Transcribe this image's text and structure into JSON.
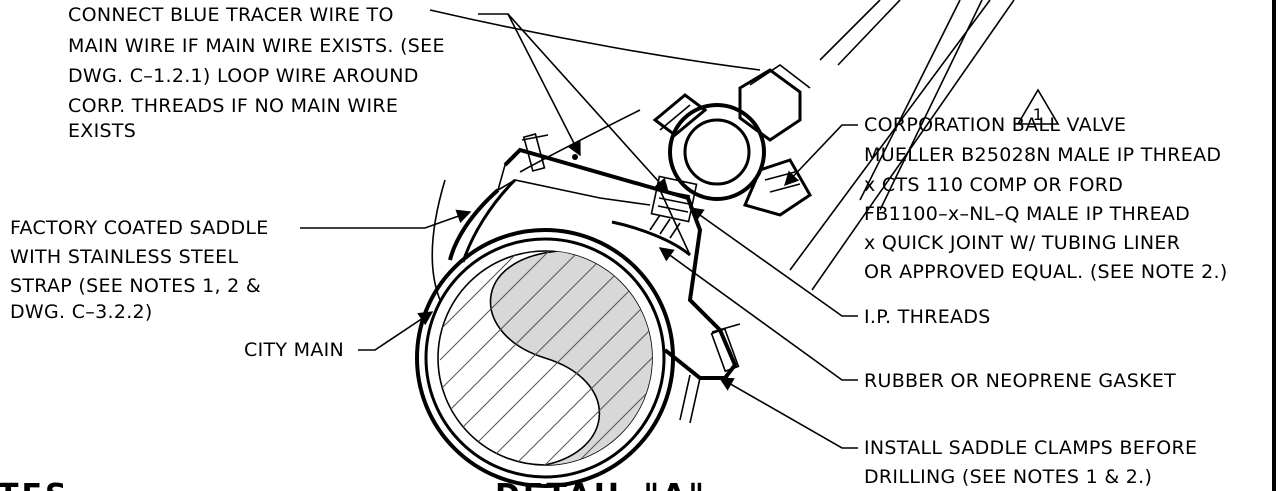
{
  "callouts": {
    "tracer_wire": [
      "CONNECT BLUE TRACER WIRE TO",
      "MAIN WIRE IF MAIN WIRE EXISTS. (SEE",
      "DWG. C–1.2.1) LOOP WIRE AROUND",
      "CORP. THREADS IF NO MAIN WIRE",
      "EXISTS"
    ],
    "saddle": [
      "FACTORY COATED SADDLE",
      "WITH STAINLESS STEEL",
      "STRAP (SEE NOTES 1, 2 &",
      "DWG. C–3.2.2)"
    ],
    "city_main": "CITY MAIN",
    "ball_valve": [
      "CORPORATION BALL VALVE",
      "MUELLER B25028N MALE IP THREAD",
      "x CTS 110 COMP OR FORD",
      "FB1100–x–NL–Q MALE IP THREAD",
      "x QUICK JOINT W/ TUBING LINER",
      "OR APPROVED EQUAL. (SEE NOTE 2.)"
    ],
    "revision_mark": "1",
    "ip_threads": "I.P. THREADS",
    "gasket": "RUBBER OR NEOPRENE GASKET",
    "clamps": [
      "INSTALL SADDLE CLAMPS BEFORE",
      "DRILLING (SEE NOTES 1 & 2.)"
    ]
  },
  "cutoff_headings": {
    "notes": "TES",
    "detail": "DETAIL \"A\""
  }
}
